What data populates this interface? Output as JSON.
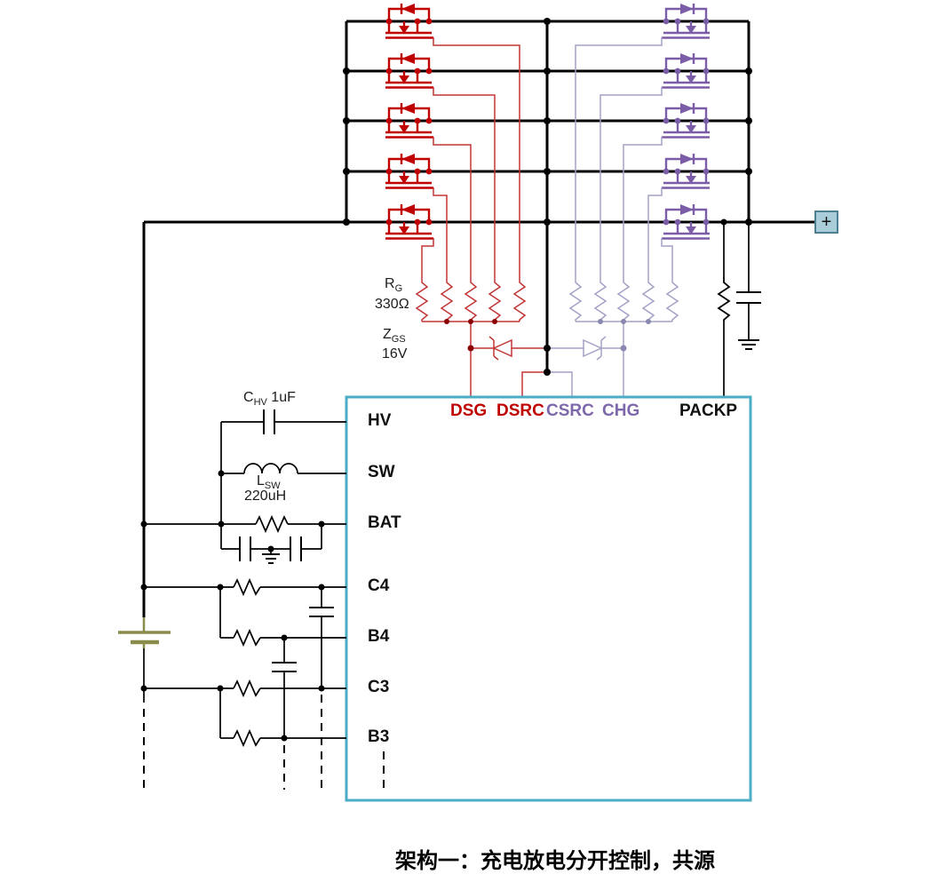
{
  "ic": {
    "left_pins": [
      "HV",
      "SW",
      "BAT",
      "C4",
      "B4",
      "C3",
      "B3"
    ],
    "top_pins": [
      "DSG",
      "DSRC",
      "CSRC",
      "CHG",
      "PACKP"
    ]
  },
  "components": {
    "gate_resistor": {
      "sym": "R",
      "sub": "G",
      "value": "330Ω"
    },
    "gate_zener": {
      "sym": "Z",
      "sub": "GS",
      "value": "16V"
    },
    "hv_cap": {
      "sym": "C",
      "sub": "HV",
      "value": "1uF"
    },
    "sw_inductor": {
      "sym": "L",
      "sub": "SW",
      "value": "220uH"
    }
  },
  "pack_terminal": {
    "polarity": "+"
  },
  "caption": "架构一：充电放电分开控制，共源",
  "colors": {
    "discharge_path": "#c00000",
    "charge_path": "#7a5da6",
    "charge_path_light": "#a3a2c6",
    "ic_border": "#4bacc6",
    "battery": "#8a8c4a",
    "terminal_fill": "#a9ced9",
    "wire": "#000000"
  }
}
